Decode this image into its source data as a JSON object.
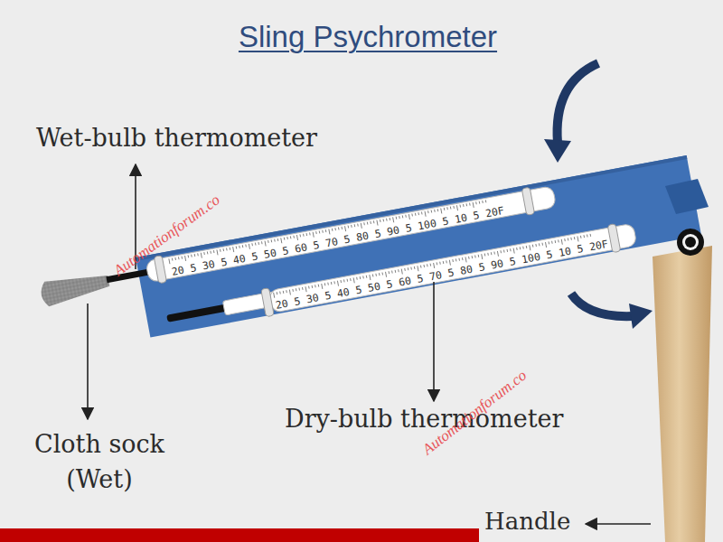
{
  "diagram": {
    "title": "Sling Psychrometer",
    "labels": [
      "Wet-bulb thermometer",
      "Cloth sock (Wet)",
      "Dry-bulb thermometer",
      "Handle",
      "20 5 30 5 40 5 50 5 60 5 70 5 80 5 90 5 100 5 10 5 20F",
      "20 5 30 5 40 5 50 5 60 5 70 5 80 5 90 5 100 5 10 5 20F",
      "Automationforum.co",
      "Automationforum.co"
    ]
  }
}
